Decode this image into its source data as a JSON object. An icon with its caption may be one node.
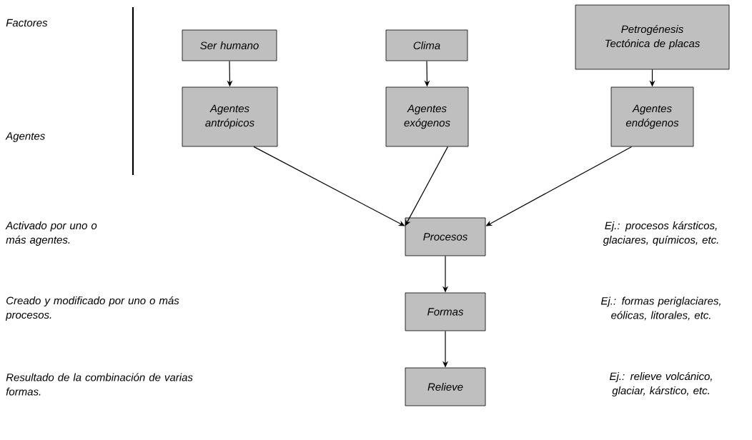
{
  "diagram": {
    "nodes": [
      {
        "text": [
          "Ser humano"
        ]
      },
      {
        "text": [
          "Clima"
        ]
      },
      {
        "text": [
          "Petrogénesis Tectónica de placas"
        ]
      },
      {
        "text": [
          "Agentes antrópicos"
        ]
      },
      {
        "text": [
          "Agentes exógenos"
        ]
      },
      {
        "text": [
          "Agentes endógenos"
        ]
      },
      {
        "text": [
          "Procesos"
        ]
      },
      {
        "text": [
          "Formas"
        ]
      },
      {
        "text": [
          "Relieve"
        ]
      }
    ],
    "edges": [
      {
        "from": 0,
        "to": 3,
        "arrow": "to"
      },
      {
        "from": 1,
        "to": 4,
        "arrow": "to"
      },
      {
        "from": 2,
        "to": 5,
        "arrow": "to"
      },
      {
        "from": 3,
        "to": 6,
        "arrow": "to"
      },
      {
        "from": 4,
        "to": 6,
        "arrow": "to"
      },
      {
        "from": 5,
        "to": 6,
        "arrow": "to"
      },
      {
        "from": 6,
        "to": 7,
        "arrow": "to"
      },
      {
        "from": 7,
        "to": 8,
        "arrow": "to"
      }
    ],
    "labels": [
      "Factores",
      "Agentes",
      "Activado por uno o más agentes.",
      "Ej.: procesos kársticos, glaciares, químicos, etc.",
      "Creado y modificado por uno o más procesos.",
      "Ej.: formas periglaciares, eólicas, litorales, etc.",
      "Resultado de la combinación de varias formas.",
      "Ej.: relieve volcánico, glaciar, kárstico, etc."
    ]
  }
}
